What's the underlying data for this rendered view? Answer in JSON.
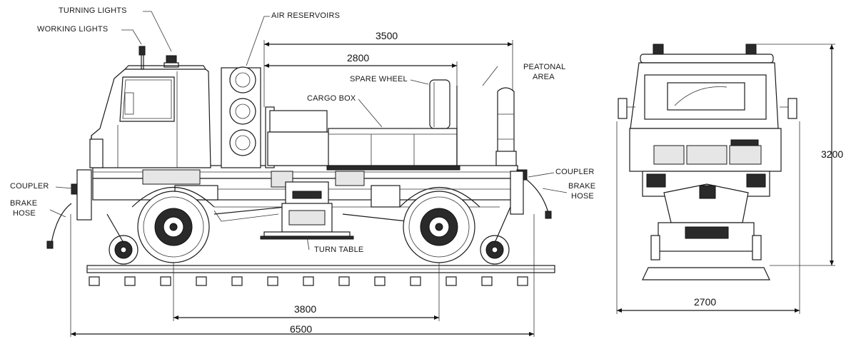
{
  "labels": {
    "turning_lights": "TURNING LIGHTS",
    "working_lights": "WORKING LIGHTS",
    "air_reservoirs": "AIR RESERVOIRS",
    "spare_wheel": "SPARE WHEEL",
    "cargo_box": "CARGO BOX",
    "peatonal_area_1": "PEATONAL",
    "peatonal_area_2": "AREA",
    "coupler_left": "COUPLER",
    "brake_left_1": "BRAKE",
    "brake_left_2": "HOSE",
    "coupler_right": "COUPLER",
    "brake_right_1": "BRAKE",
    "brake_right_2": "HOSE",
    "turn_table": "TURN TABLE"
  },
  "dimensions": {
    "d3500": "3500",
    "d2800": "2800",
    "d3800": "3800",
    "d6500": "6500",
    "d3200": "3200",
    "d2700": "2700"
  }
}
